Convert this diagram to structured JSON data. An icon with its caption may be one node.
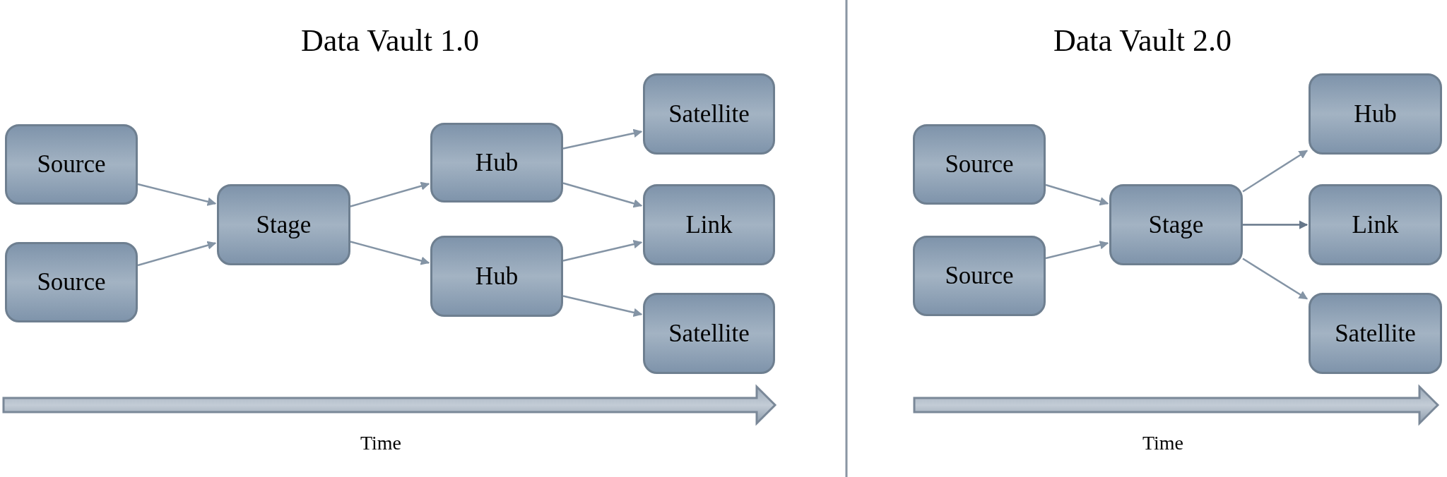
{
  "diagram": {
    "nodes": [
      {
        "text": [
          "Source"
        ]
      },
      {
        "text": [
          "Source"
        ]
      },
      {
        "text": [
          "Stage"
        ]
      },
      {
        "text": [
          "Hub"
        ]
      },
      {
        "text": [
          "Hub"
        ]
      },
      {
        "text": [
          "Satellite"
        ]
      },
      {
        "text": [
          "Link"
        ]
      },
      {
        "text": [
          "Satellite"
        ]
      },
      {
        "text": [
          "Source"
        ]
      },
      {
        "text": [
          "Source"
        ]
      },
      {
        "text": [
          "Stage"
        ]
      },
      {
        "text": [
          "Hub"
        ]
      },
      {
        "text": [
          "Link"
        ]
      },
      {
        "text": [
          "Satellite"
        ]
      }
    ],
    "edges": [
      {
        "from": 0,
        "to": 2,
        "arrow": "to"
      },
      {
        "from": 1,
        "to": 2,
        "arrow": "to"
      },
      {
        "from": 2,
        "to": 3,
        "arrow": "to"
      },
      {
        "from": 2,
        "to": 4,
        "arrow": "to"
      },
      {
        "from": 3,
        "to": 5,
        "arrow": "to"
      },
      {
        "from": 3,
        "to": 6,
        "arrow": "to"
      },
      {
        "from": 4,
        "to": 6,
        "arrow": "to"
      },
      {
        "from": 4,
        "to": 7,
        "arrow": "to"
      },
      {
        "from": 8,
        "to": 10,
        "arrow": "to"
      },
      {
        "from": 9,
        "to": 10,
        "arrow": "to"
      },
      {
        "from": 10,
        "to": 11,
        "arrow": "to"
      },
      {
        "from": 10,
        "to": 12,
        "arrow": "to",
        "color": "#66778a"
      },
      {
        "from": 10,
        "to": 13,
        "arrow": "to"
      }
    ],
    "labels": [
      "Data Vault 1.0",
      "Data Vault 2.0",
      "Time",
      "Time"
    ]
  }
}
